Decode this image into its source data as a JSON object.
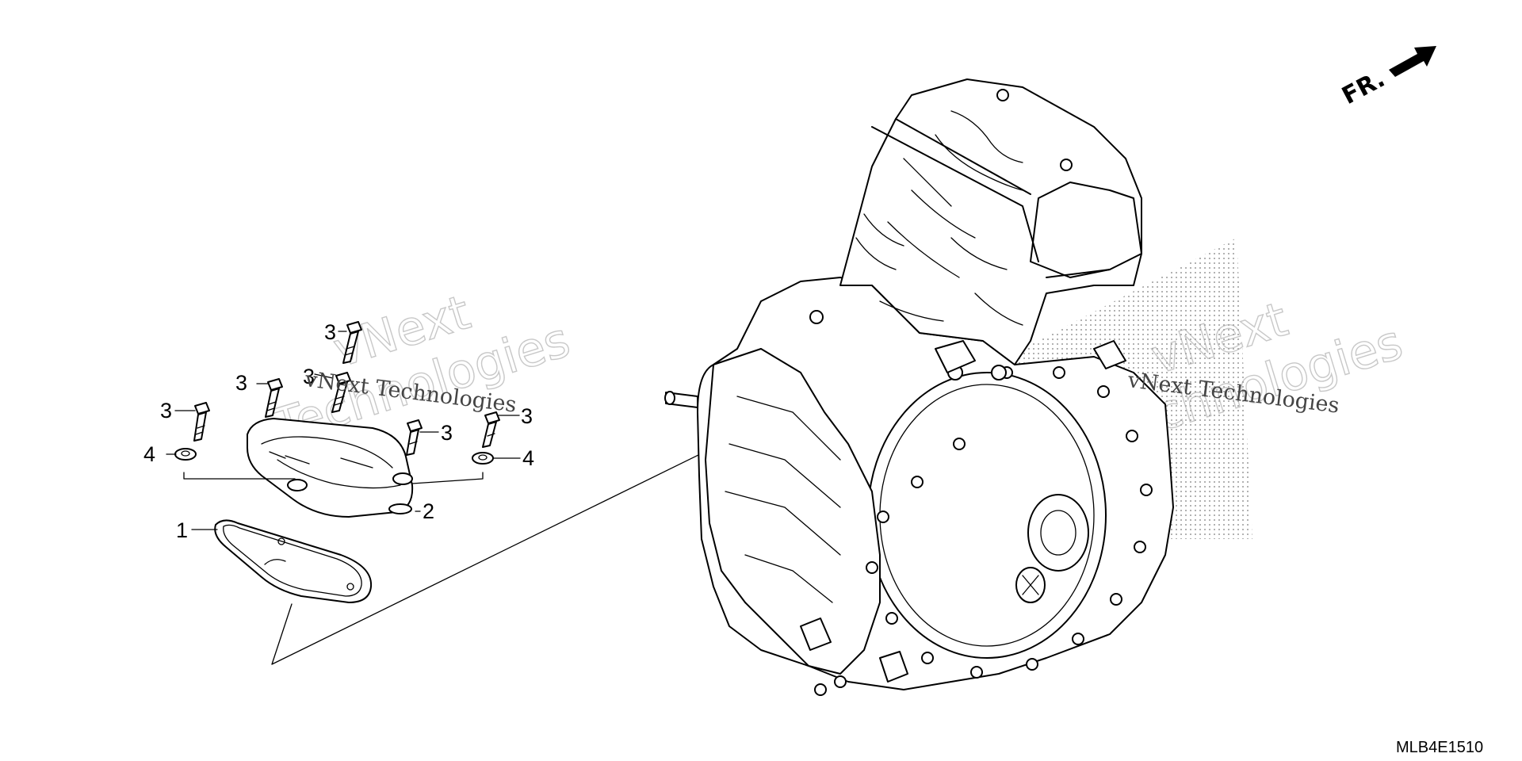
{
  "callouts": {
    "gasket": "1",
    "cover": "2",
    "bolt": "3",
    "washer": "4"
  },
  "direction_label": "FR.",
  "diagram_code": "MLB4E1510",
  "watermark": {
    "name": "vNext Technologies",
    "line1": "vNext",
    "line2": "Technologies"
  },
  "icons": {
    "front_arrow": "arrow-right-icon"
  },
  "colors": {
    "line": "#000000",
    "background": "#ffffff",
    "watermark": "#c8c8c8"
  }
}
